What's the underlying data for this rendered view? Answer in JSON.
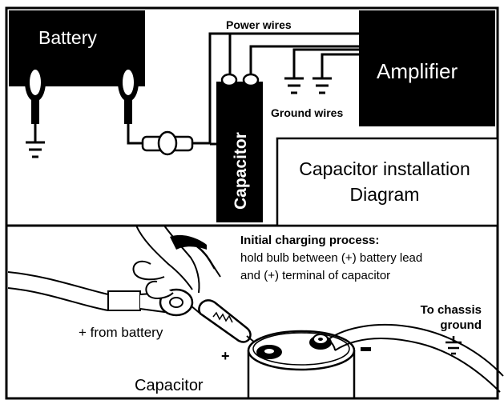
{
  "top_panel": {
    "battery_label": "Battery",
    "amplifier_label": "Amplifier",
    "capacitor_label": "Capacitor",
    "power_wires_label": "Power wires",
    "ground_wires_label": "Ground wires",
    "title_line1": "Capacitor installation",
    "title_line2": "Diagram"
  },
  "bottom_panel": {
    "heading": "Initial charging process:",
    "instruction_line1": "hold  bulb between (+) battery lead",
    "instruction_line2": "and (+) terminal of capacitor",
    "from_battery_label": "+ from battery",
    "plus_sign": "+",
    "minus_sign": "-",
    "capacitor_label": "Capacitor",
    "chassis_line1": "To chassis",
    "chassis_line2": "ground"
  },
  "colors": {
    "ink": "#000000",
    "paper": "#ffffff"
  }
}
